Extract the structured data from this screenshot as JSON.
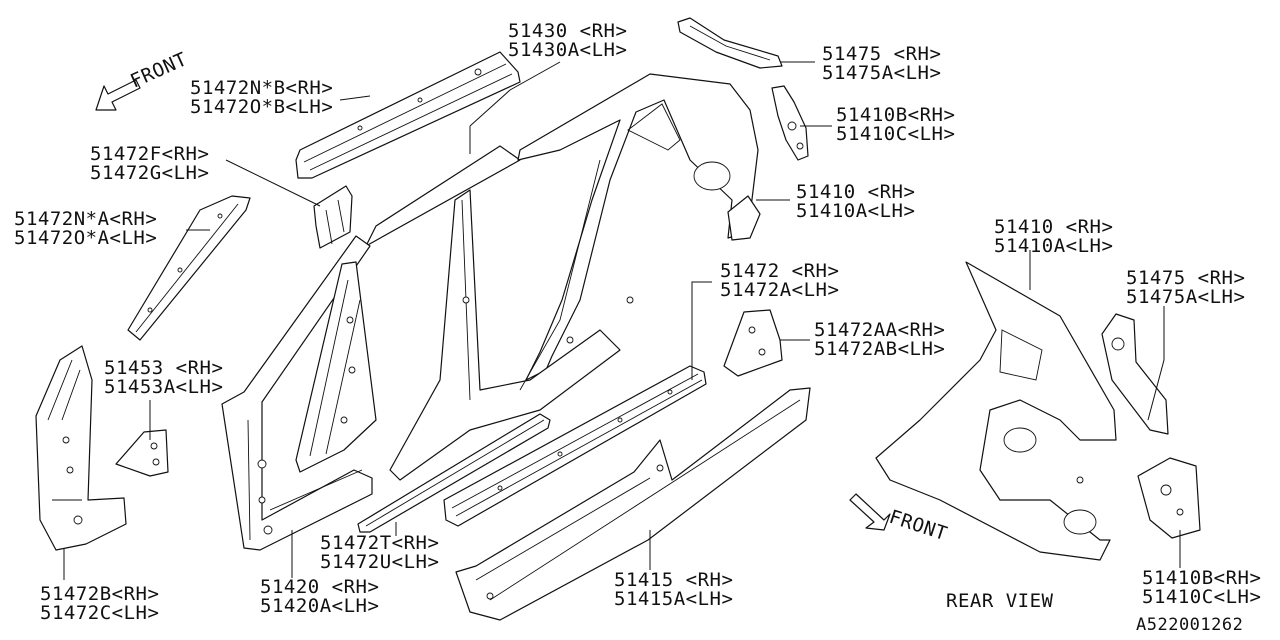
{
  "callouts": [
    {
      "id": "c51430",
      "lines": [
        "51430 <RH>",
        "51430A<LH>"
      ]
    },
    {
      "id": "c51475top",
      "lines": [
        "51475 <RH>",
        "51475A<LH>"
      ]
    },
    {
      "id": "c51472NB",
      "lines": [
        "51472N*B<RH>",
        "51472O*B<LH>"
      ]
    },
    {
      "id": "c51410Btop",
      "lines": [
        "51410B<RH>",
        "51410C<LH>"
      ]
    },
    {
      "id": "c51472F",
      "lines": [
        "51472F<RH>",
        "51472G<LH>"
      ]
    },
    {
      "id": "c51410mid",
      "lines": [
        "51410 <RH>",
        "51410A<LH>"
      ]
    },
    {
      "id": "c51472NA",
      "lines": [
        "51472N*A<RH>",
        "51472O*A<LH>"
      ]
    },
    {
      "id": "c51410rear",
      "lines": [
        "51410 <RH>",
        "51410A<LH>"
      ]
    },
    {
      "id": "c51472",
      "lines": [
        "51472 <RH>",
        "51472A<LH>"
      ]
    },
    {
      "id": "c51475rear",
      "lines": [
        "51475 <RH>",
        "51475A<LH>"
      ]
    },
    {
      "id": "c51472AA",
      "lines": [
        "51472AA<RH>",
        "51472AB<LH>"
      ]
    },
    {
      "id": "c51453",
      "lines": [
        "51453 <RH>",
        "51453A<LH>"
      ]
    },
    {
      "id": "c51472T",
      "lines": [
        "51472T<RH>",
        "51472U<LH>"
      ]
    },
    {
      "id": "c51472B",
      "lines": [
        "51472B<RH>",
        "51472C<LH>"
      ]
    },
    {
      "id": "c51420",
      "lines": [
        "51420 <RH>",
        "51420A<LH>"
      ]
    },
    {
      "id": "c51415",
      "lines": [
        "51415 <RH>",
        "51415A<LH>"
      ]
    },
    {
      "id": "c51410Brear",
      "lines": [
        "51410B<RH>",
        "51410C<LH>"
      ]
    }
  ],
  "front_arrow_top": "FRONT",
  "front_arrow_rear": "FRONT",
  "rear_view_label": "REAR VIEW",
  "diagram_code": "A522001262"
}
